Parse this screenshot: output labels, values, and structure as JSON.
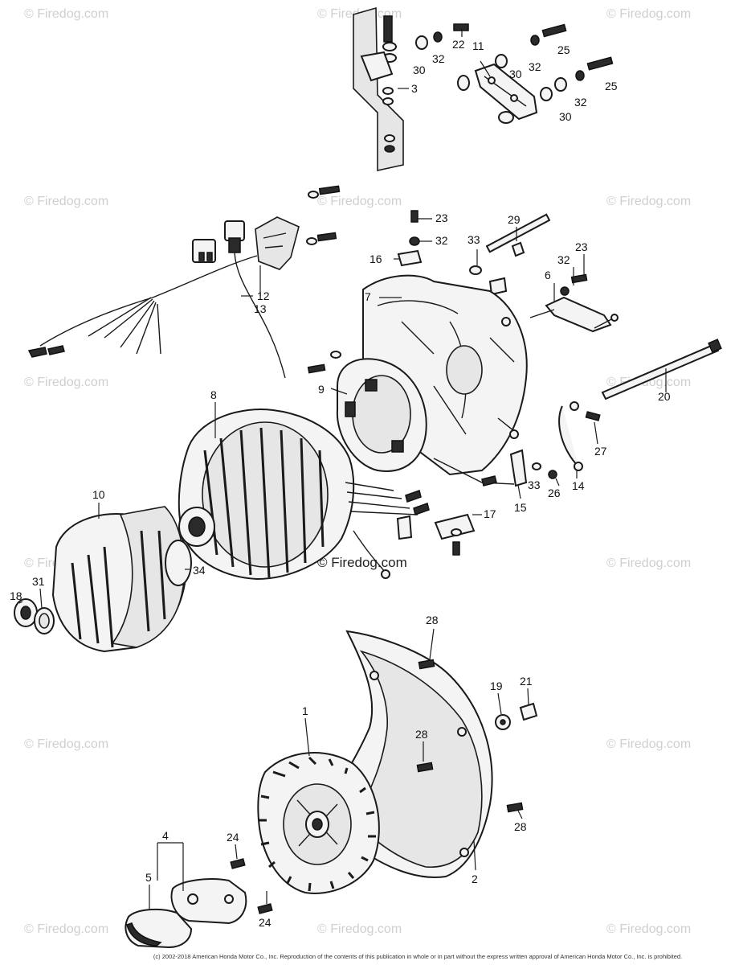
{
  "diagram": {
    "watermark": "© Firedog.com",
    "watermark_center": "© Firedog.com",
    "copyright": "(c) 2002-2018 American Honda Motor Co., Inc. Reproduction of the contents of this publication in whole or in part without the express written approval of American Honda Motor Co., Inc. is prohibited.",
    "callouts": [
      {
        "id": "c22",
        "label": "22"
      },
      {
        "id": "c32a",
        "label": "32"
      },
      {
        "id": "c11",
        "label": "11"
      },
      {
        "id": "c30a",
        "label": "30"
      },
      {
        "id": "c3",
        "label": "3"
      },
      {
        "id": "c30b",
        "label": "30"
      },
      {
        "id": "c32b",
        "label": "32"
      },
      {
        "id": "c25a",
        "label": "25"
      },
      {
        "id": "c25b",
        "label": "25"
      },
      {
        "id": "c32c",
        "label": "32"
      },
      {
        "id": "c30c",
        "label": "30"
      },
      {
        "id": "c23a",
        "label": "23"
      },
      {
        "id": "c32d",
        "label": "32"
      },
      {
        "id": "c16",
        "label": "16"
      },
      {
        "id": "c33a",
        "label": "33"
      },
      {
        "id": "c29",
        "label": "29"
      },
      {
        "id": "c23b",
        "label": "23"
      },
      {
        "id": "c32e",
        "label": "32"
      },
      {
        "id": "c6",
        "label": "6"
      },
      {
        "id": "c12",
        "label": "12"
      },
      {
        "id": "c13",
        "label": "13"
      },
      {
        "id": "c7",
        "label": "7"
      },
      {
        "id": "c20",
        "label": "20"
      },
      {
        "id": "c9",
        "label": "9"
      },
      {
        "id": "c8",
        "label": "8"
      },
      {
        "id": "c27",
        "label": "27"
      },
      {
        "id": "c33b",
        "label": "33"
      },
      {
        "id": "c26",
        "label": "26"
      },
      {
        "id": "c14",
        "label": "14"
      },
      {
        "id": "c15",
        "label": "15"
      },
      {
        "id": "c17",
        "label": "17"
      },
      {
        "id": "c10",
        "label": "10"
      },
      {
        "id": "c34",
        "label": "34"
      },
      {
        "id": "c31",
        "label": "31"
      },
      {
        "id": "c18",
        "label": "18"
      },
      {
        "id": "c28a",
        "label": "28"
      },
      {
        "id": "c19",
        "label": "19"
      },
      {
        "id": "c21",
        "label": "21"
      },
      {
        "id": "c1",
        "label": "1"
      },
      {
        "id": "c28b",
        "label": "28"
      },
      {
        "id": "c28c",
        "label": "28"
      },
      {
        "id": "c2",
        "label": "2"
      },
      {
        "id": "c4",
        "label": "4"
      },
      {
        "id": "c5",
        "label": "5"
      },
      {
        "id": "c24a",
        "label": "24"
      },
      {
        "id": "c24b",
        "label": "24"
      }
    ]
  }
}
